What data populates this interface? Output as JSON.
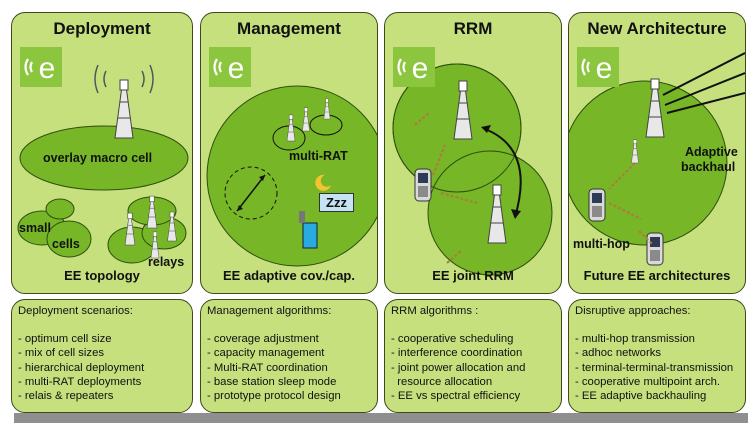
{
  "logo_text": "e",
  "panels": [
    {
      "title": "Deployment",
      "label": "EE topology",
      "callouts": [
        "overlay macro cell",
        "small",
        "cells",
        "relays"
      ],
      "box_title": "Deployment scenarios:",
      "items": [
        "- optimum cell size",
        "- mix of cell sizes",
        "- hierarchical deployment",
        "- multi-RAT deployments",
        "- relais & repeaters"
      ]
    },
    {
      "title": "Management",
      "label": "EE adaptive cov./cap.",
      "callouts": [
        "multi-RAT",
        "Zzz"
      ],
      "box_title": "Management algorithms:",
      "items": [
        "- coverage adjustment",
        "- capacity management",
        "- Multi-RAT coordination",
        "- base station sleep mode",
        "- prototype protocol design"
      ]
    },
    {
      "title": "RRM",
      "label": "EE joint RRM",
      "callouts": [],
      "box_title": "RRM algorithms :",
      "items": [
        "- cooperative scheduling",
        "- interference coordination",
        "- joint power allocation and",
        "  resource allocation",
        "- EE vs spectral efficiency"
      ]
    },
    {
      "title": "New Architecture",
      "label": "Future EE architectures",
      "callouts": [
        "Adaptive",
        "backhaul",
        "multi-hop"
      ],
      "box_title": "Disruptive approaches:",
      "items": [
        "- multi-hop transmission",
        "- adhoc networks",
        "- terminal-terminal-transmission",
        "- cooperative multipoint arch.",
        "- EE adaptive backhauling"
      ]
    }
  ],
  "colors": {
    "panel": "#c6e07e",
    "cell": "#77b626",
    "logo": "#8cc63f",
    "border": "#3d4a1c"
  }
}
